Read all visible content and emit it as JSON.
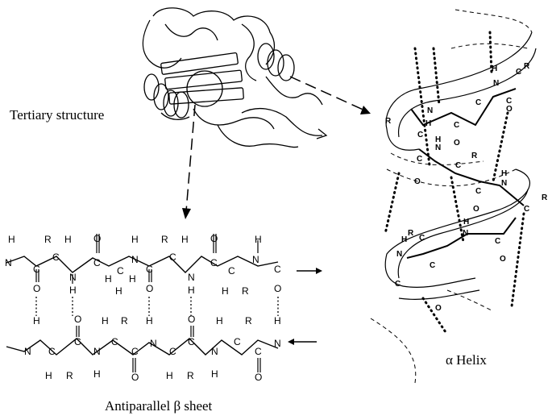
{
  "labels": {
    "tertiary": "Tertiary structure",
    "beta_sheet": "Antiparallel β sheet",
    "helix": "α Helix"
  },
  "atoms": {
    "h": "H",
    "r": "R",
    "o": "O",
    "n": "N",
    "c": "C"
  }
}
